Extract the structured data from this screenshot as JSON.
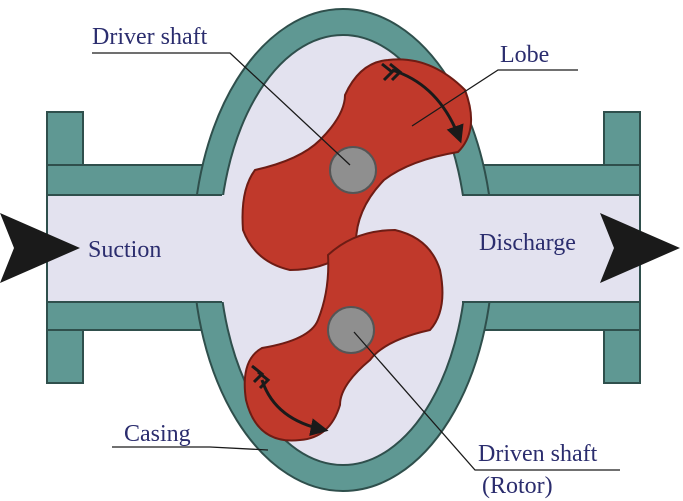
{
  "labels": {
    "driver_shaft": "Driver shaft",
    "lobe": "Lobe",
    "suction": "Suction",
    "discharge": "Discharge",
    "casing": "Casing",
    "driven_shaft": "Driven shaft",
    "rotor": "(Rotor)"
  },
  "colors": {
    "casing": "#5f9893",
    "casing_outline": "#2f4f4c",
    "fluid": "#e3e2ef",
    "lobe": "#c0392b",
    "lobe_outline": "#6e1c14",
    "shaft": "#8f8f8f",
    "arrow": "#222222",
    "text": "#2b2d6e"
  }
}
